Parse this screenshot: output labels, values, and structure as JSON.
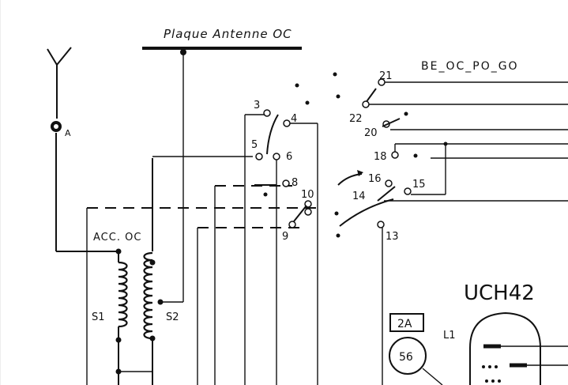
{
  "title": "BE_OC_PO_GO",
  "antenna_plate_label": "Plaque Antenne OC",
  "antenna_terminal_label": "A",
  "coil_assembly_label": "ACC. OC",
  "coils": {
    "primary": "S1",
    "secondary": "S2"
  },
  "switch_contacts": {
    "c3": "3",
    "c4": "4",
    "c5": "5",
    "c6": "6",
    "c8": "8",
    "c9": "9",
    "c10": "10",
    "c13": "13",
    "c14": "14",
    "c15": "15",
    "c16": "16",
    "c18": "18",
    "c20": "20",
    "c21": "21",
    "c22": "22"
  },
  "tube": {
    "name": "UCH42",
    "pin_label": "L1"
  },
  "resistor_box": "2A",
  "circle_component": "56"
}
